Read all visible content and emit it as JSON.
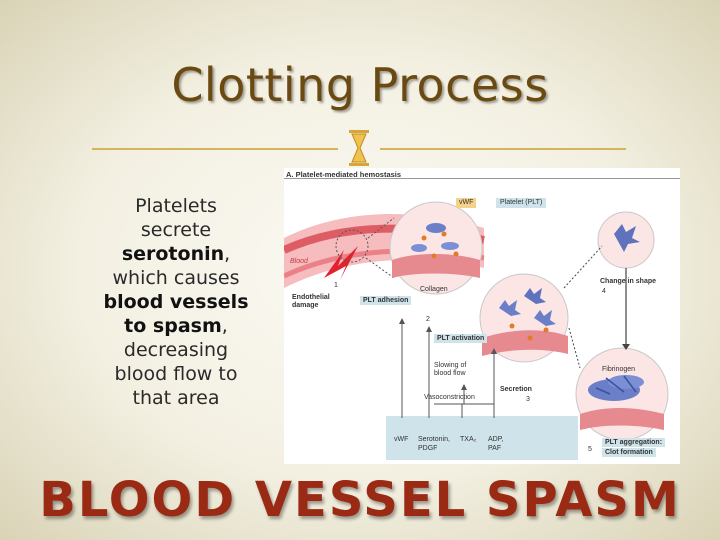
{
  "slide": {
    "title": "Clotting Process",
    "body": {
      "line1": "Platelets",
      "line2": "secrete",
      "line3_bold": "serotonin",
      "line3_tail": ",",
      "line4": "which causes",
      "line5_bold": "blood vessels",
      "line6_bold": "to spasm",
      "line6_tail": ",",
      "line7": "decreasing",
      "line8": "blood flow to",
      "line9": "that area"
    },
    "bottom_heading": "BLOOD VESSEL SPASM"
  },
  "figure": {
    "title": "A. Platelet-mediated hemostasis",
    "labels": {
      "vwf_tag": "vWF",
      "platelet": "Platelet (PLT)",
      "blood": "Blood",
      "endothelial": "Endothelial",
      "damage": "damage",
      "collagen": "Collagen",
      "plt_adhesion": "PLT adhesion",
      "plt_activation": "PLT activation",
      "slowing": "Slowing of",
      "blood_flow": "blood flow",
      "vasoconstriction": "Vasoconstriction",
      "secretion": "Secretion",
      "change_shape": "Change in shape",
      "fibrinogen": "Fibrinogen",
      "plt_aggregation": "PLT aggregation:",
      "clot_formation": "Clot formation",
      "vwf_bottom": "vWF",
      "serotonin": "Serotonin,",
      "pdgf": "PDGF",
      "txa2": "TXA₂",
      "adp": "ADP,",
      "paf": "PAF",
      "n1": "1",
      "n2": "2",
      "n3": "3",
      "n4": "4",
      "n5": "5"
    }
  },
  "colors": {
    "title": "#6b4a12",
    "heading": "#9a2a14",
    "accent_line": "#d7b35a",
    "panel_blue": "#cfe3ea"
  }
}
